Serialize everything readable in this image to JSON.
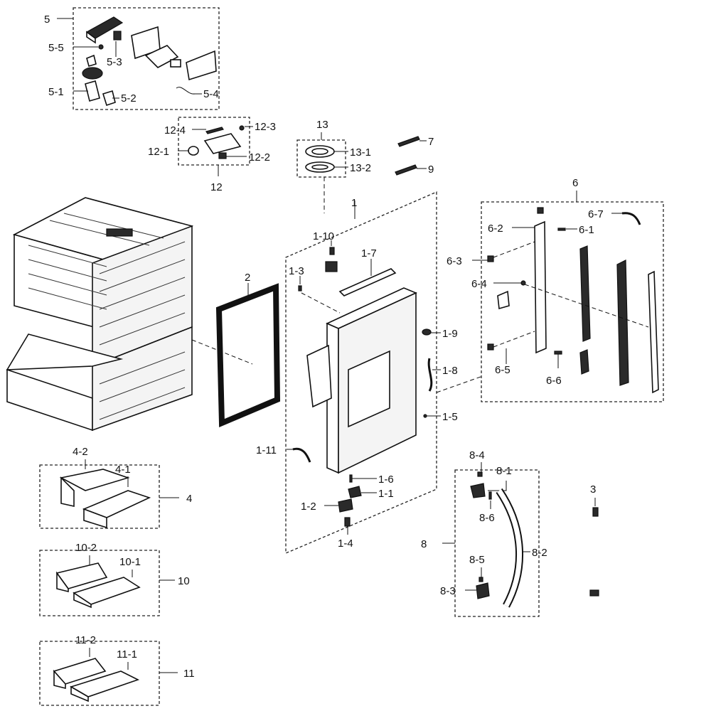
{
  "labels": {
    "l5": "5",
    "l5_5": "5-5",
    "l5_3": "5-3",
    "l5_1": "5-1",
    "l5_2": "5-2",
    "l5_4": "5-4",
    "l12_4": "12-4",
    "l12_3": "12-3",
    "l12_1": "12-1",
    "l12_2": "12-2",
    "l12": "12",
    "l13": "13",
    "l13_1": "13-1",
    "l13_2": "13-2",
    "l7": "7",
    "l9": "9",
    "l1": "1",
    "l1_10": "1-10",
    "l1_7": "1-7",
    "l1_3": "1-3",
    "l1_9": "1-9",
    "l1_8": "1-8",
    "l1_5": "1-5",
    "l1_11": "1-11",
    "l1_6": "1-6",
    "l1_1": "1-1",
    "l1_2": "1-2",
    "l1_4": "1-4",
    "l2": "2",
    "l6": "6",
    "l6_7": "6-7",
    "l6_2": "6-2",
    "l6_1": "6-1",
    "l6_3": "6-3",
    "l6_4": "6-4",
    "l6_5": "6-5",
    "l6_6": "6-6",
    "l4_2": "4-2",
    "l4_1": "4-1",
    "l4": "4",
    "l10_2": "10-2",
    "l10_1": "10-1",
    "l10": "10",
    "l11_2": "11-2",
    "l11_1": "11-1",
    "l11": "11",
    "l8_4": "8-4",
    "l8_1": "8-1",
    "l8_6": "8-6",
    "l8": "8",
    "l8_2": "8-2",
    "l8_5": "8-5",
    "l8_3": "8-3",
    "l3": "3"
  }
}
